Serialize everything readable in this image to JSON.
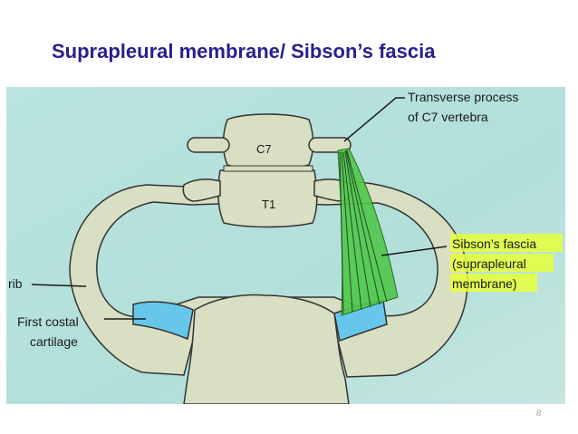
{
  "title": "Suprapleural membrane/ Sibson’s fascia",
  "slide_number": "8",
  "colors": {
    "title": "#2a1f8c",
    "background_page": "#b7e2dd",
    "bone": "#d8dfc2",
    "cartilage": "#67c7ea",
    "fascia": "#4fc84a",
    "label_highlight": "#e6ff3a"
  },
  "labels": {
    "c7": "C7",
    "t1": "T1",
    "transverse_line1": "Transverse process",
    "transverse_line2": "of C7 vertebra",
    "sibson_line1": "Sibson’s fascia",
    "sibson_line2": "(suprapleural",
    "sibson_line3": "membrane)",
    "rib": "rib",
    "cartilage_line1": "First costal",
    "cartilage_line2": "cartilage"
  }
}
